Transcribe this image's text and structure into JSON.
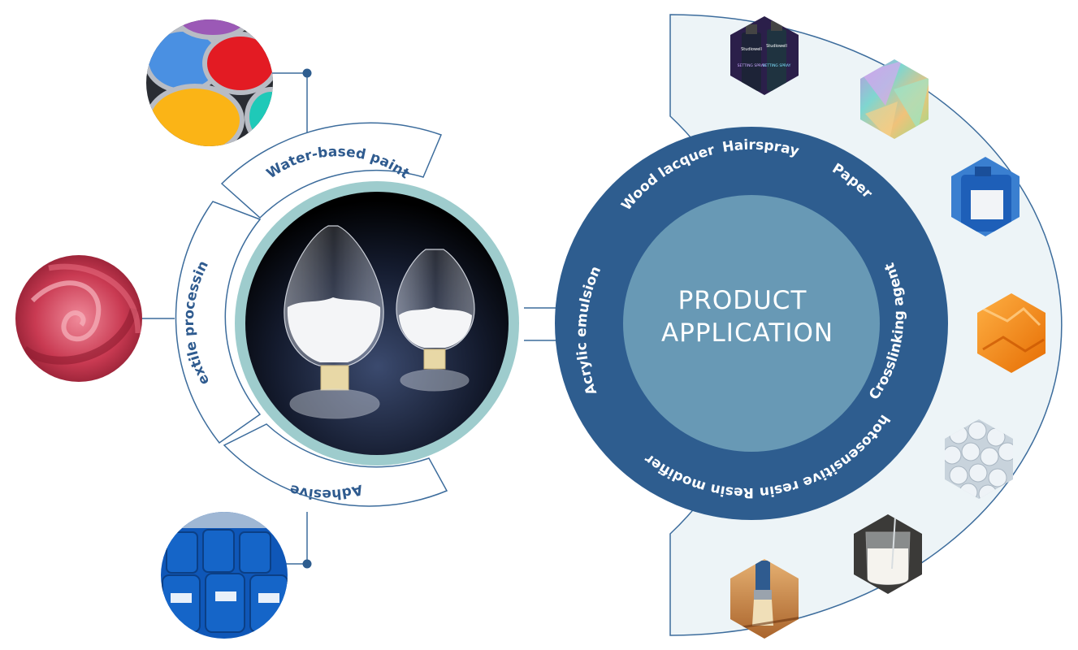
{
  "center": {
    "line1": "PRODUCT",
    "line2": "APPLICATION"
  },
  "left_segments": {
    "top": "Water-based paint",
    "middle": "Textile processing",
    "bottom": "Adhesive"
  },
  "ring_labels": {
    "hairspray": "Hairspray",
    "paper": "Paper",
    "crosslinking": "Crosslinking agent",
    "photosensitive": "Photosensitive resin",
    "resin_modifier": "Resin modifier",
    "acrylic": "Acrylic emulsion",
    "wood": "Wood lacquer"
  },
  "bottle_labels": {
    "brand": "Studiowell",
    "product": "SETTING SPRAY"
  },
  "colors": {
    "dark_blue": "#2e5d8f",
    "mid_blue": "#6899b5",
    "teal_ring": "#9ecccd",
    "line_blue": "#3c6c9c",
    "panel_bg": "#edf4f7"
  }
}
